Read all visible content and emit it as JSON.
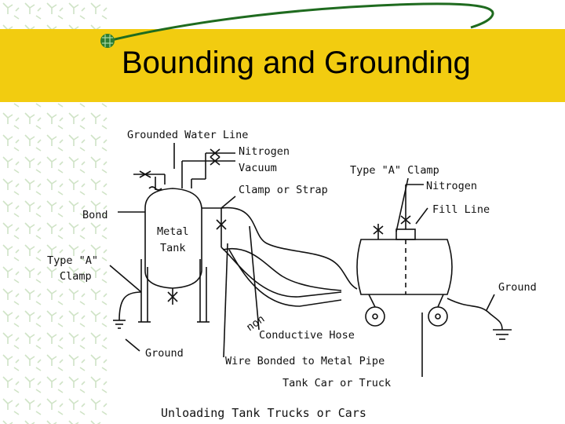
{
  "title": "Bounding and Grounding",
  "caption": "Unloading Tank Trucks or Cars",
  "labels": {
    "grounded_water_line": "Grounded Water Line",
    "nitrogen_top": "Nitrogen",
    "vacuum": "Vacuum",
    "clamp_or_strap": "Clamp or Strap",
    "type_a_clamp_right": "Type \"A\" Clamp",
    "nitrogen_right": "Nitrogen",
    "fill_line": "Fill Line",
    "bond": "Bond",
    "metal": "Metal",
    "tank": "Tank",
    "type_a_left": "Type \"A\"",
    "clamp_left": "Clamp",
    "ground_right": "Ground",
    "non": "non",
    "conductive_hose": "Conductive Hose",
    "ground_left": "Ground",
    "wire_bonded": "Wire Bonded to Metal Pipe",
    "tank_car": "Tank Car or Truck"
  },
  "colors": {
    "banner": "#f2cc10",
    "accent_line": "#1f6b1f",
    "bullet": "#2e7d32",
    "pattern": "#cfe3c6"
  }
}
